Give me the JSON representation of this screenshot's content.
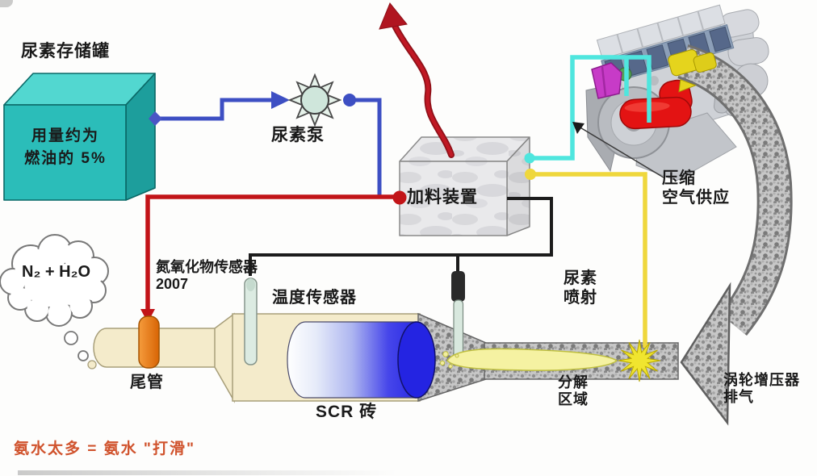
{
  "colors": {
    "tank_teal_front": "#2BBDB9",
    "tank_teal_top": "#52D7D0",
    "tank_teal_side": "#1D9E9C",
    "urea_line_blue": "#3D4FC3",
    "nox_line_red": "#C21418",
    "compressed_air_cyan": "#4FE6DE",
    "urea_air_yellow": "#EFD73C",
    "signal_line_black": "#1C1C1C",
    "exhaust_arrow_red": "#B01520",
    "scr_brick_blue": "#2424E2",
    "nox_sensor_orange": "#E8740C",
    "spray_yellow": "#F5F2A2",
    "injection_flash_yellow": "#F0E52F",
    "housing_cream": "#F4EBCB",
    "granite_grey": "#C9C9C9",
    "slip_note_red": "#D0532D"
  },
  "tank": {
    "title": "尿素存储罐",
    "usage_line1": "用量约为",
    "usage_line2": "燃油的 5%"
  },
  "pump": {
    "label": "尿素泵"
  },
  "doser": {
    "label": "加料装置"
  },
  "compressed_air": {
    "line1": "压缩",
    "line2": "空气供应"
  },
  "cloud": {
    "formula": "N₂ + H₂O"
  },
  "nox_sensor": {
    "line1": "氮氧化物传感器",
    "line2": "2007"
  },
  "temp_sensor": {
    "label": "温度传感器"
  },
  "tailpipe": {
    "label": "尾管"
  },
  "scr_brick": {
    "label": "SCR 砖"
  },
  "urea_injection": {
    "line1": "尿素",
    "line2": "喷射"
  },
  "decomposition_zone": {
    "line1": "分解",
    "line2": "区域"
  },
  "turbo_exhaust": {
    "line1": "涡轮增压器",
    "line2": "排气"
  },
  "note": {
    "ammonia_slip": "氨水太多 = 氨水 \"打滑\""
  }
}
